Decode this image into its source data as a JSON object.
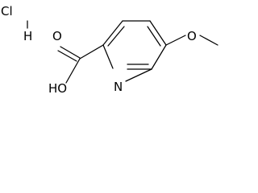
{
  "molecule": {
    "salt": {
      "chlorine_label": "Cl",
      "hydrogen_label": "H"
    },
    "carboxylic_acid": {
      "carbonyl_oxygen_label": "O",
      "hydroxyl_label": "HO"
    },
    "pyridine": {
      "nitrogen_label": "N"
    },
    "methoxy": {
      "oxygen_label": "O"
    }
  },
  "colors": {
    "bond": "#000000",
    "text": "#000000",
    "background": "#ffffff"
  }
}
